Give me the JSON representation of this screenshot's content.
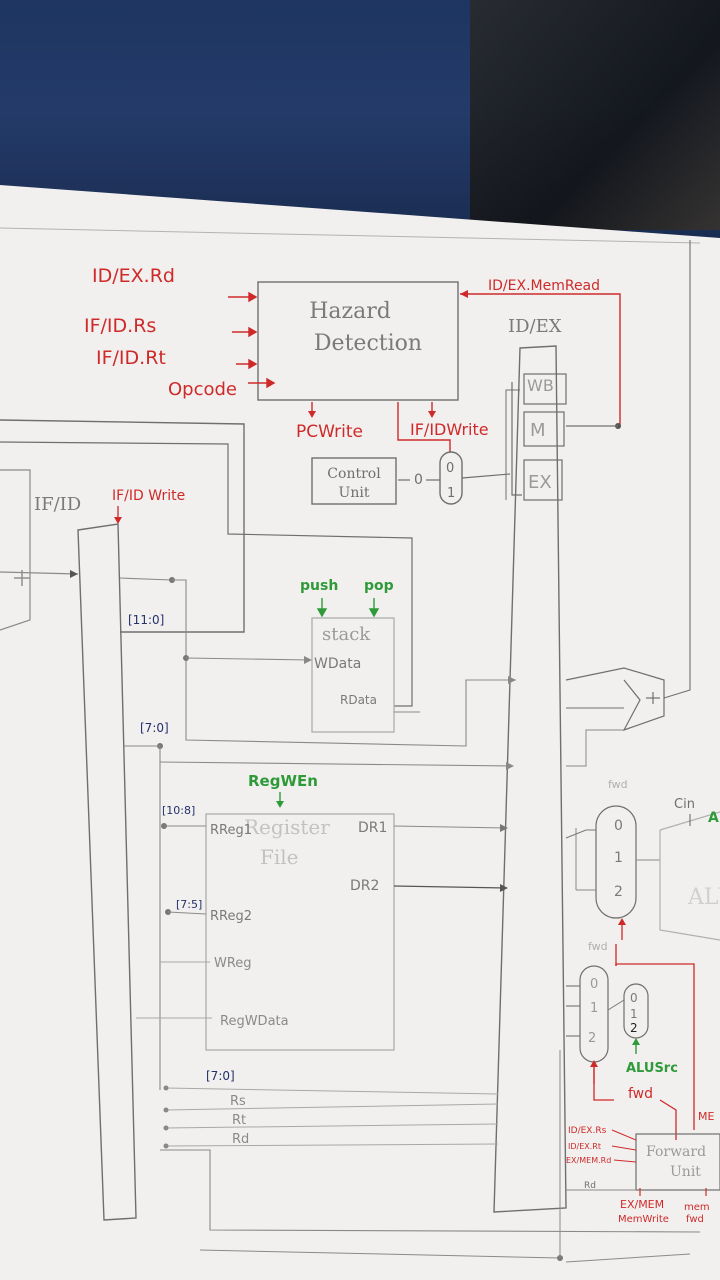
{
  "labels": {
    "id_ex_rd": "ID/EX.Rd",
    "if_id_rs": "IF/ID.Rs",
    "if_id_rt": "IF/ID.Rt",
    "opcode": "Opcode",
    "hazard_line1": "Hazard",
    "hazard_line2": "Detection",
    "id_ex_memread": "ID/EX.MemRead",
    "id_ex": "ID/EX",
    "wb": "WB",
    "m": "M",
    "ex": "EX",
    "pc_write": "PCWrite",
    "if_id_write_top": "IF/IDWrite",
    "control_line1": "Control",
    "control_line2": "Unit",
    "mux_zero": "0",
    "mux_one": "1",
    "if_id": "IF/ID",
    "if_id_write_side": "IF/ID Write",
    "bits_11_0": "[11:0]",
    "push": "push",
    "pop": "pop",
    "stack": "stack",
    "wdata": "WData",
    "rdata": "RData",
    "bits_7_0_a": "[7:0]",
    "regwen": "RegWEn",
    "bits_10_8": "[10:8]",
    "rreg1": "RReg1",
    "register": "Register",
    "file": "File",
    "dr1": "DR1",
    "dr2": "DR2",
    "bits_7_5": "[7:5]",
    "rreg2": "RReg2",
    "wreg": "WReg",
    "regwdata": "RegWData",
    "bits_7_0_b": "[7:0]",
    "rs": "Rs",
    "rt": "Rt",
    "rd": "Rd",
    "fwd_a": "fwd",
    "cin": "Cin",
    "alu": "ALU",
    "fmux_0": "0",
    "fmux_1": "1",
    "fmux_2": "2",
    "fwd_b": "fwd",
    "bmux_0": "0",
    "bmux_1": "1",
    "bmux_2": "2",
    "smux_0": "0",
    "smux_1": "1",
    "smux_2": "2",
    "alusrc": "ALUSrc",
    "fwd_c": "fwd",
    "id_ex_rs": "ID/EX.Rs",
    "id_ex_rt": "ID/EX.Rt",
    "exmem_rd": "EX/MEM.Rd",
    "rd_bottom": "Rd",
    "forward_line1": "Forward",
    "forward_line2": "Unit",
    "exmem_memwrite_1": "EX/MEM",
    "exmem_memwrite_2": "MemWrite",
    "mem_fwd_1": "mem",
    "mem_fwd_2": "fwd",
    "me_edge": "ME",
    "a_edge": "A"
  },
  "colors": {
    "pencil": "#6f6f6f",
    "red_ink": "#cf2a2a",
    "green_ink": "#2f9a3a",
    "blue_ink": "#23306e",
    "paper": "#f1f0ee"
  }
}
